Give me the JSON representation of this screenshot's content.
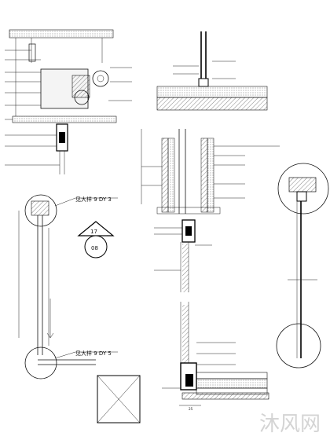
{
  "detail_refs": {
    "top_callout": "见大样 9 DY 3",
    "bottom_callout": "见大样 9 DY 5"
  },
  "section_marker": {
    "number": "17",
    "sheet": "08"
  },
  "watermark": "沐风网",
  "dimension_text": "25"
}
